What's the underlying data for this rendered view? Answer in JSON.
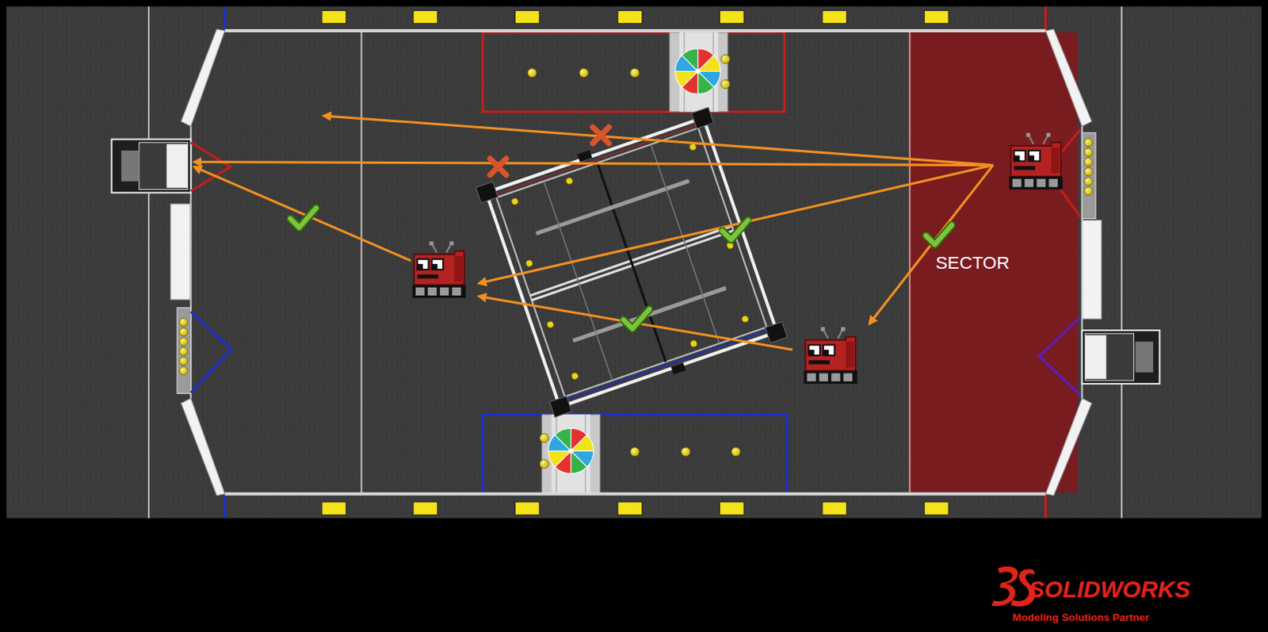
{
  "diagram": {
    "nodes": [
      {
        "text": [
          "SECTOR"
        ]
      }
    ],
    "labels": [
      "SOLIDWORKS",
      "Modeling Solutions Partner"
    ]
  }
}
